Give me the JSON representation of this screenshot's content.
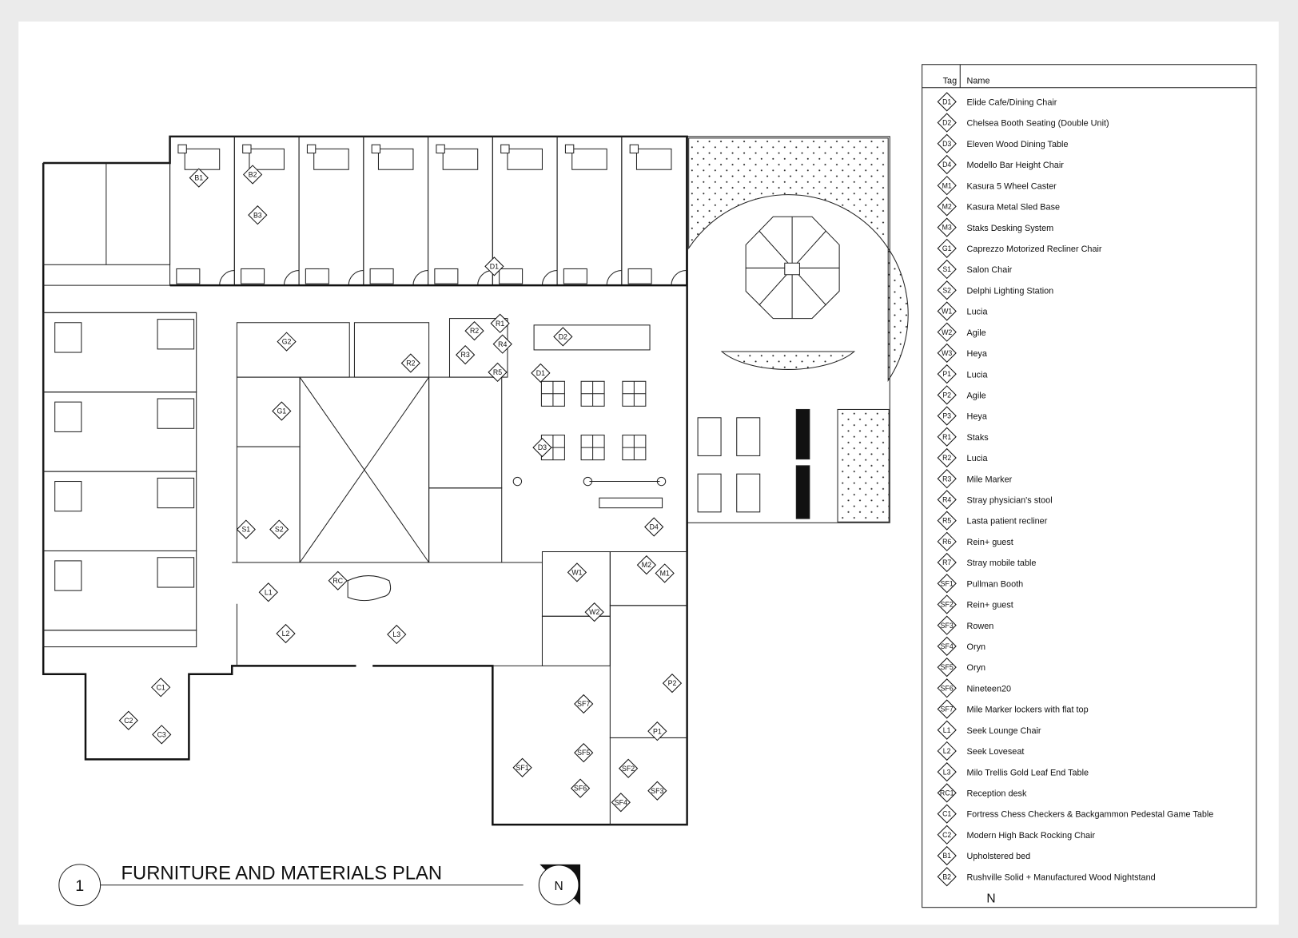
{
  "title": {
    "number": "1",
    "text": "FURNITURE AND MATERIALS PLAN",
    "north_label": "N",
    "stray_label": "N"
  },
  "legend": {
    "header_tag": "Tag",
    "header_name": "Name",
    "rows": [
      {
        "tag": "D1",
        "name": "Elide Cafe/Dining Chair"
      },
      {
        "tag": "D2",
        "name": "Chelsea Booth Seating (Double Unit)"
      },
      {
        "tag": "D3",
        "name": "Eleven Wood Dining Table"
      },
      {
        "tag": "D4",
        "name": "Modello Bar Height Chair"
      },
      {
        "tag": "M1",
        "name": "Kasura 5 Wheel Caster"
      },
      {
        "tag": "M2",
        "name": "Kasura Metal Sled Base"
      },
      {
        "tag": "M3",
        "name": "Staks Desking System"
      },
      {
        "tag": "G1",
        "name": "Caprezzo Motorized Recliner Chair"
      },
      {
        "tag": "S1",
        "name": "Salon Chair"
      },
      {
        "tag": "S2",
        "name": "Delphi Lighting Station"
      },
      {
        "tag": "W1",
        "name": "Lucia"
      },
      {
        "tag": "W2",
        "name": "Agile"
      },
      {
        "tag": "W3",
        "name": "Heya"
      },
      {
        "tag": "P1",
        "name": "Lucia"
      },
      {
        "tag": "P2",
        "name": "Agile"
      },
      {
        "tag": "P3",
        "name": "Heya"
      },
      {
        "tag": "R1",
        "name": "Staks"
      },
      {
        "tag": "R2",
        "name": "Lucia"
      },
      {
        "tag": "R3",
        "name": "Mile Marker"
      },
      {
        "tag": "R4",
        "name": "Stray physician's stool"
      },
      {
        "tag": "R5",
        "name": "Lasta patient recliner"
      },
      {
        "tag": "R6",
        "name": "Rein+ guest"
      },
      {
        "tag": "R7",
        "name": "Stray mobile table"
      },
      {
        "tag": "SF1",
        "name": "Pullman Booth"
      },
      {
        "tag": "SF2",
        "name": "Rein+ guest"
      },
      {
        "tag": "SF3",
        "name": "Rowen"
      },
      {
        "tag": "SF4",
        "name": "Oryn"
      },
      {
        "tag": "SF5",
        "name": "Oryn"
      },
      {
        "tag": "SF6",
        "name": "Nineteen20"
      },
      {
        "tag": "SF7",
        "name": "Mile Marker lockers with flat top"
      },
      {
        "tag": "L1",
        "name": "Seek Lounge Chair"
      },
      {
        "tag": "L2",
        "name": "Seek Loveseat"
      },
      {
        "tag": "L3",
        "name": "Milo Trellis Gold Leaf End Table"
      },
      {
        "tag": "RC1",
        "name": "Reception desk"
      },
      {
        "tag": "C1",
        "name": "Fortress Chess Checkers & Backgammon Pedestal Game Table"
      },
      {
        "tag": "C2",
        "name": "Modern High Back Rocking Chair"
      },
      {
        "tag": "B1",
        "name": "Upholstered bed"
      },
      {
        "tag": "B2",
        "name": "Rushville Solid + Manufactured Wood Nightstand"
      }
    ]
  },
  "plan_tags": [
    "B1",
    "B2",
    "B3",
    "D1",
    "G2",
    "G1",
    "S1",
    "S2",
    "R1",
    "R2",
    "R2",
    "R3",
    "R4",
    "R5",
    "D2",
    "D1",
    "D3",
    "D4",
    "RC",
    "L1",
    "L2",
    "L3",
    "W1",
    "W2",
    "M2",
    "M1",
    "P2",
    "P1",
    "SF7",
    "SF5",
    "SF1",
    "SF6",
    "SF2",
    "SF3",
    "SF4",
    "C1",
    "C2",
    "C3"
  ]
}
